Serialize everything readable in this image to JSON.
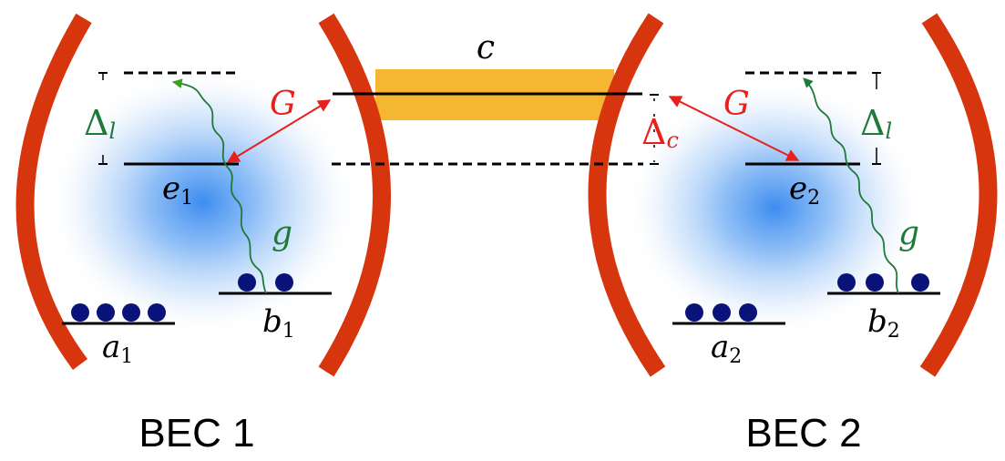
{
  "labels": {
    "cavity_mode": "c",
    "coupling_left": "G",
    "coupling_right": "G",
    "detuning_cavity": "Δ",
    "detuning_cavity_sub": "c",
    "detuning_laser_left": "Δ",
    "detuning_laser_left_sub": "l",
    "detuning_laser_right": "Δ",
    "detuning_laser_right_sub": "l",
    "coupling_g_left": "g",
    "coupling_g_right": "g"
  },
  "bec1": {
    "caption": "BEC 1",
    "excited": "e",
    "excited_sub": "1",
    "ground_a": "a",
    "ground_a_sub": "1",
    "ground_b": "b",
    "ground_b_sub": "1",
    "atoms_a": 4,
    "atoms_b": 2
  },
  "bec2": {
    "caption": "BEC 2",
    "excited": "e",
    "excited_sub": "2",
    "ground_a": "a",
    "ground_a_sub": "2",
    "ground_b": "b",
    "ground_b_sub": "2",
    "atoms_a": 3,
    "atoms_b": 3
  },
  "colors": {
    "mirror": "#d7350e",
    "fiber": "#f5b731",
    "coupling_red": "#e8201c",
    "raman_green": "#1f7a3a",
    "atom": "#0a137a",
    "cloud": "#3d8cf0",
    "level": "#000000"
  }
}
